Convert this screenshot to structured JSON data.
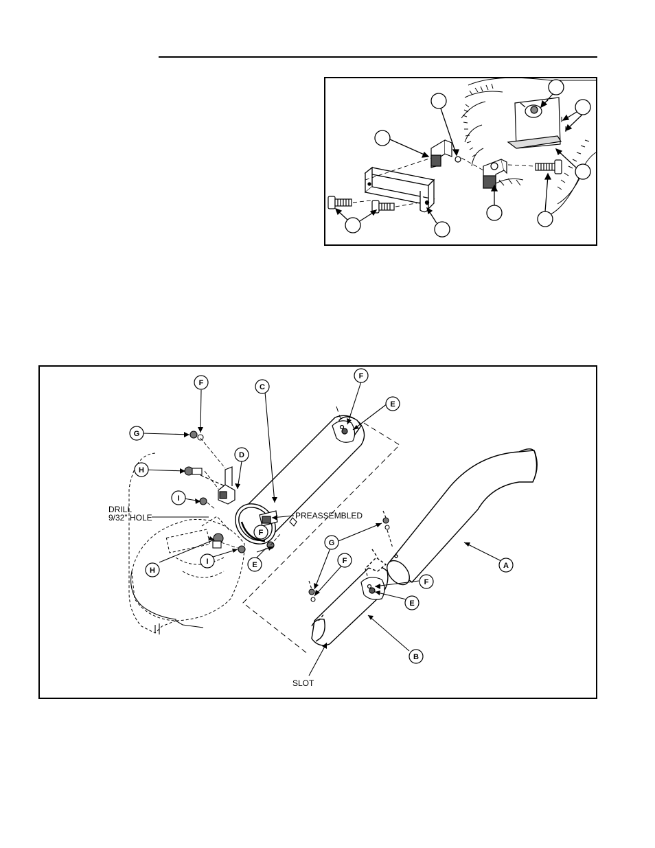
{
  "lower_figure": {
    "callouts": {
      "a": "A",
      "b": "B",
      "c": "C",
      "d": "D",
      "e1": "E",
      "e2": "E",
      "e3": "E",
      "f1": "F",
      "f2": "F",
      "f3": "F",
      "f4": "F",
      "f5": "F",
      "g1": "G",
      "g2": "G",
      "h1": "H",
      "h2": "H",
      "i1": "I",
      "i2": "I"
    },
    "labels": {
      "drill": "DRILL",
      "hole": "9/32\" HOLE",
      "preassembled": "PREASSEMBLED",
      "slot": "SLOT"
    }
  }
}
